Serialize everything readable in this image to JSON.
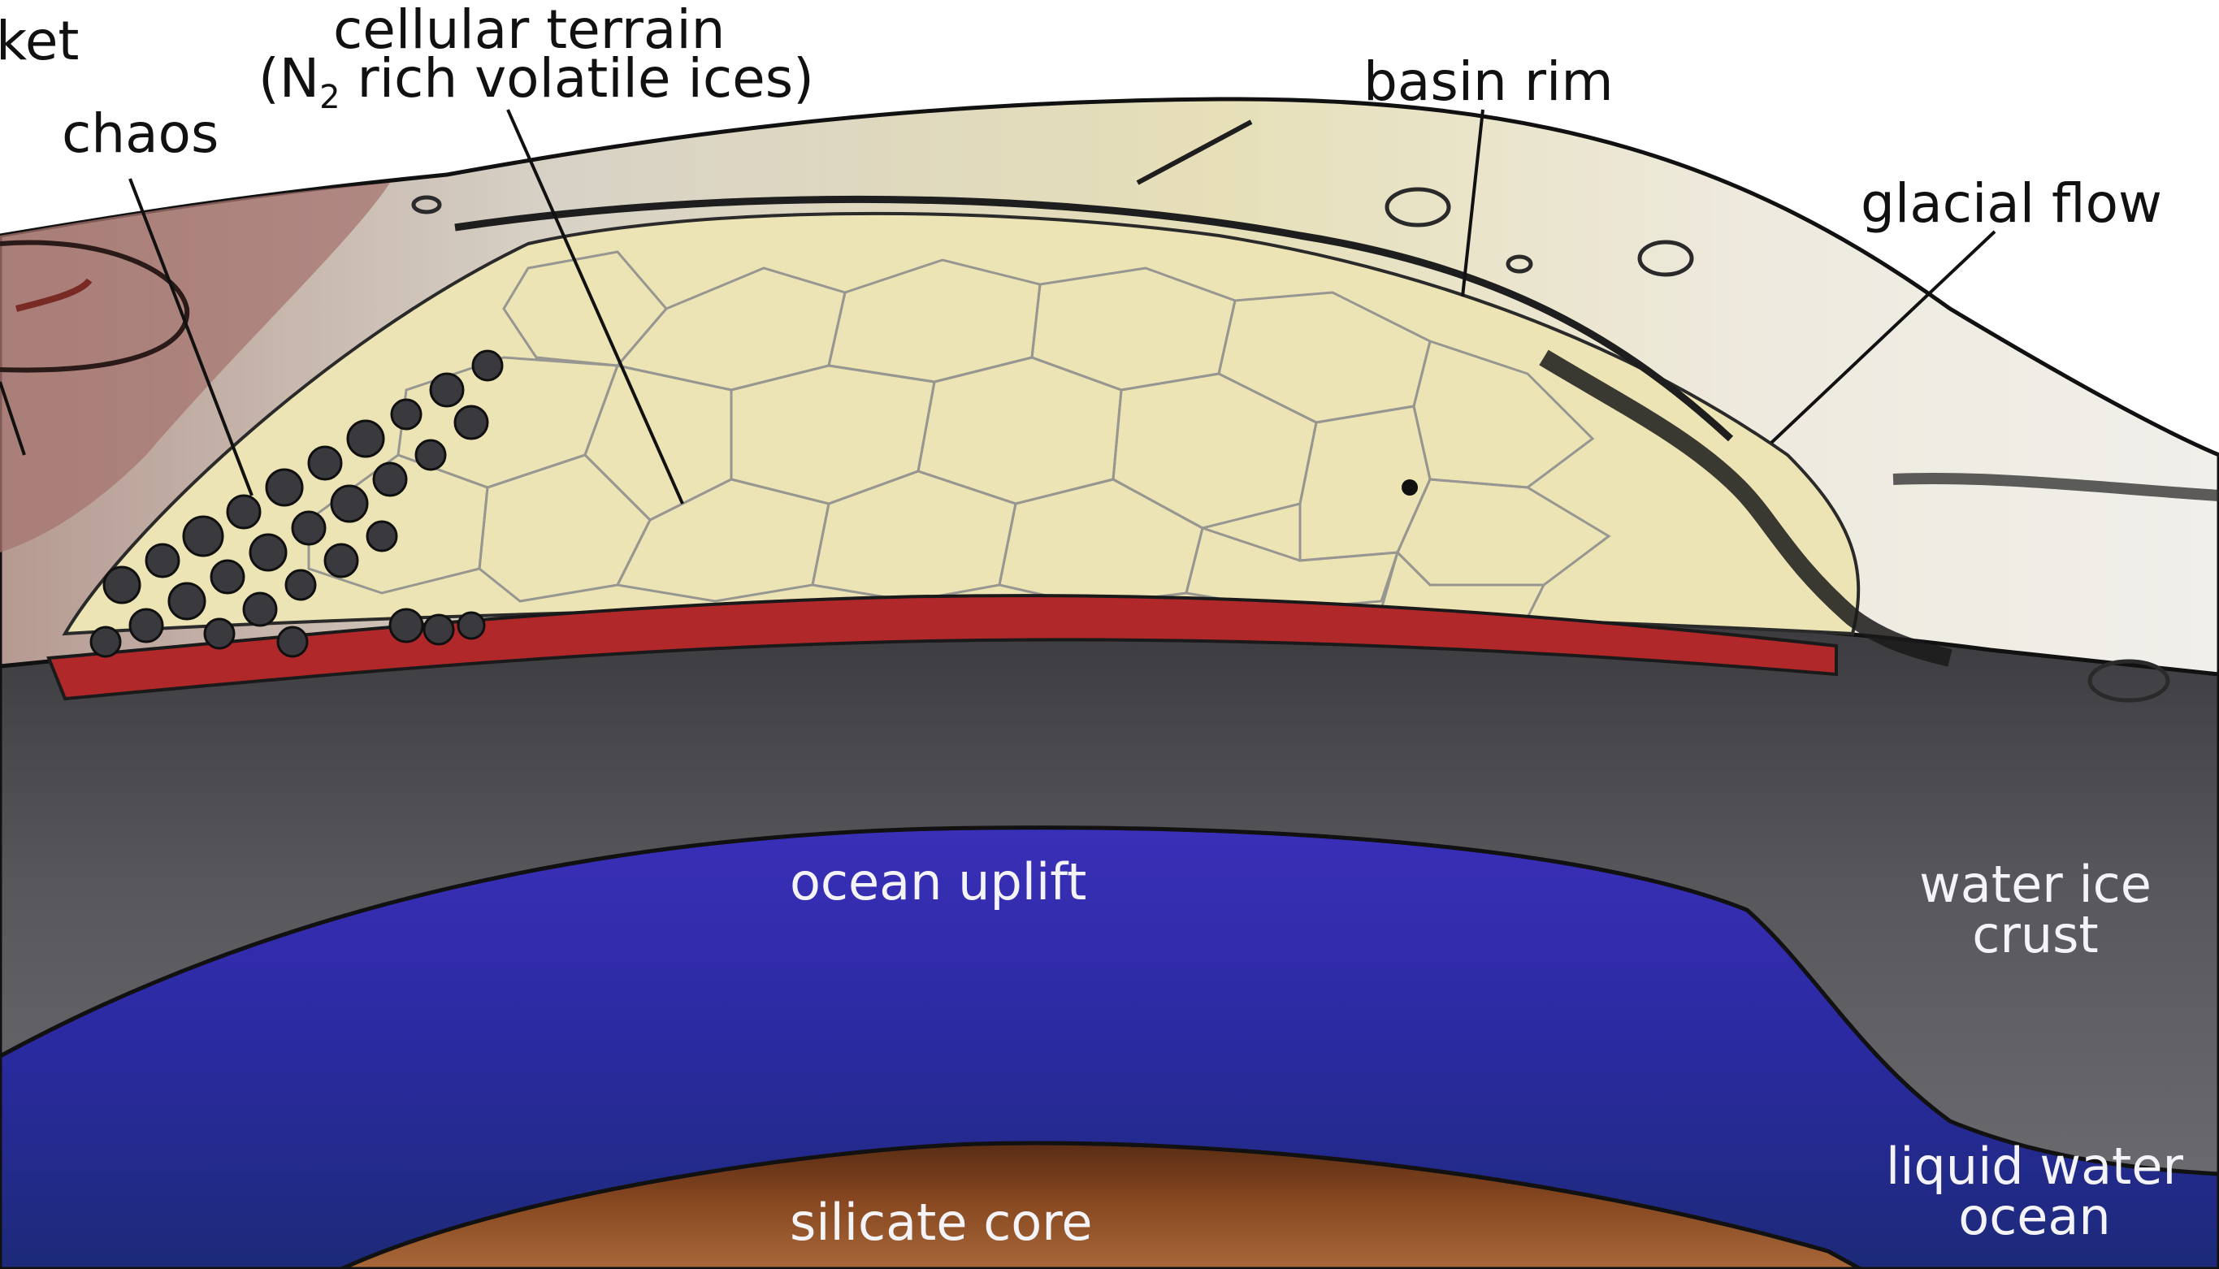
{
  "labels": {
    "blanket_fragment": "ket",
    "chaos": "chaos",
    "cellular_terrain_line1": "cellular terrain",
    "cellular_terrain_line2_prefix": "(N",
    "cellular_terrain_subscript": "2",
    "cellular_terrain_line2_suffix": " rich volatile ices)",
    "basin_rim": "basin rim",
    "glacial_flow": "glacial flow",
    "ocean_uplift": "ocean uplift",
    "water_ice_crust_line1": "water ice",
    "water_ice_crust_line2": "crust",
    "liquid_water_ocean_line1": "liquid water",
    "liquid_water_ocean_line2": "ocean",
    "silicate_core": "silicate core"
  },
  "colors": {
    "background": "#ffffff",
    "silicate_core": "#8a4a22",
    "liquid_water_ocean": "#2a2aa0",
    "water_ice_crust": "#4a4a4e",
    "red_layer": "#b0282a",
    "cellular_ices": "#ece4b4",
    "upland_crust": "#d9d3c4",
    "chaos_blocks": "#3a3a3e",
    "label_dark": "#111111",
    "label_light": "#f4f4f8"
  }
}
